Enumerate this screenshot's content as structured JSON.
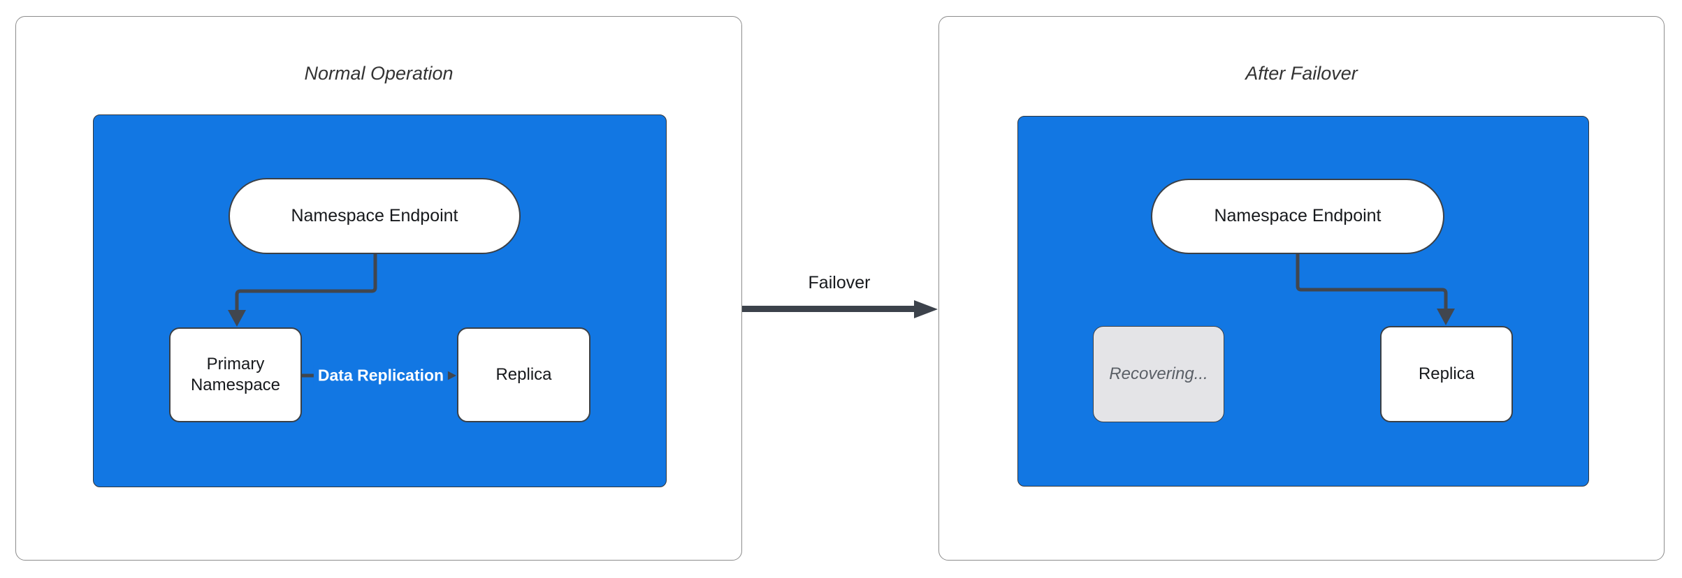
{
  "diagram": {
    "left_panel": {
      "title": "Normal Operation",
      "endpoint_label": "Namespace Endpoint",
      "primary_label": "Primary Namespace",
      "replica_label": "Replica",
      "replication_edge_label": "Data Replication"
    },
    "right_panel": {
      "title": "After Failover",
      "endpoint_label": "Namespace Endpoint",
      "recovering_label": "Recovering...",
      "replica_label": "Replica"
    },
    "transition_label": "Failover",
    "colors": {
      "cluster_fill": "#1277e3",
      "connector_stroke": "#41464e",
      "node_border": "#3b4046",
      "node_fill": "#ffffff",
      "recovering_fill": "#e4e4e7",
      "recovering_text": "#5a5f66",
      "edge_label_text": "#ffffff",
      "panel_border": "#8c8c8c",
      "title_text": "#333333"
    }
  }
}
